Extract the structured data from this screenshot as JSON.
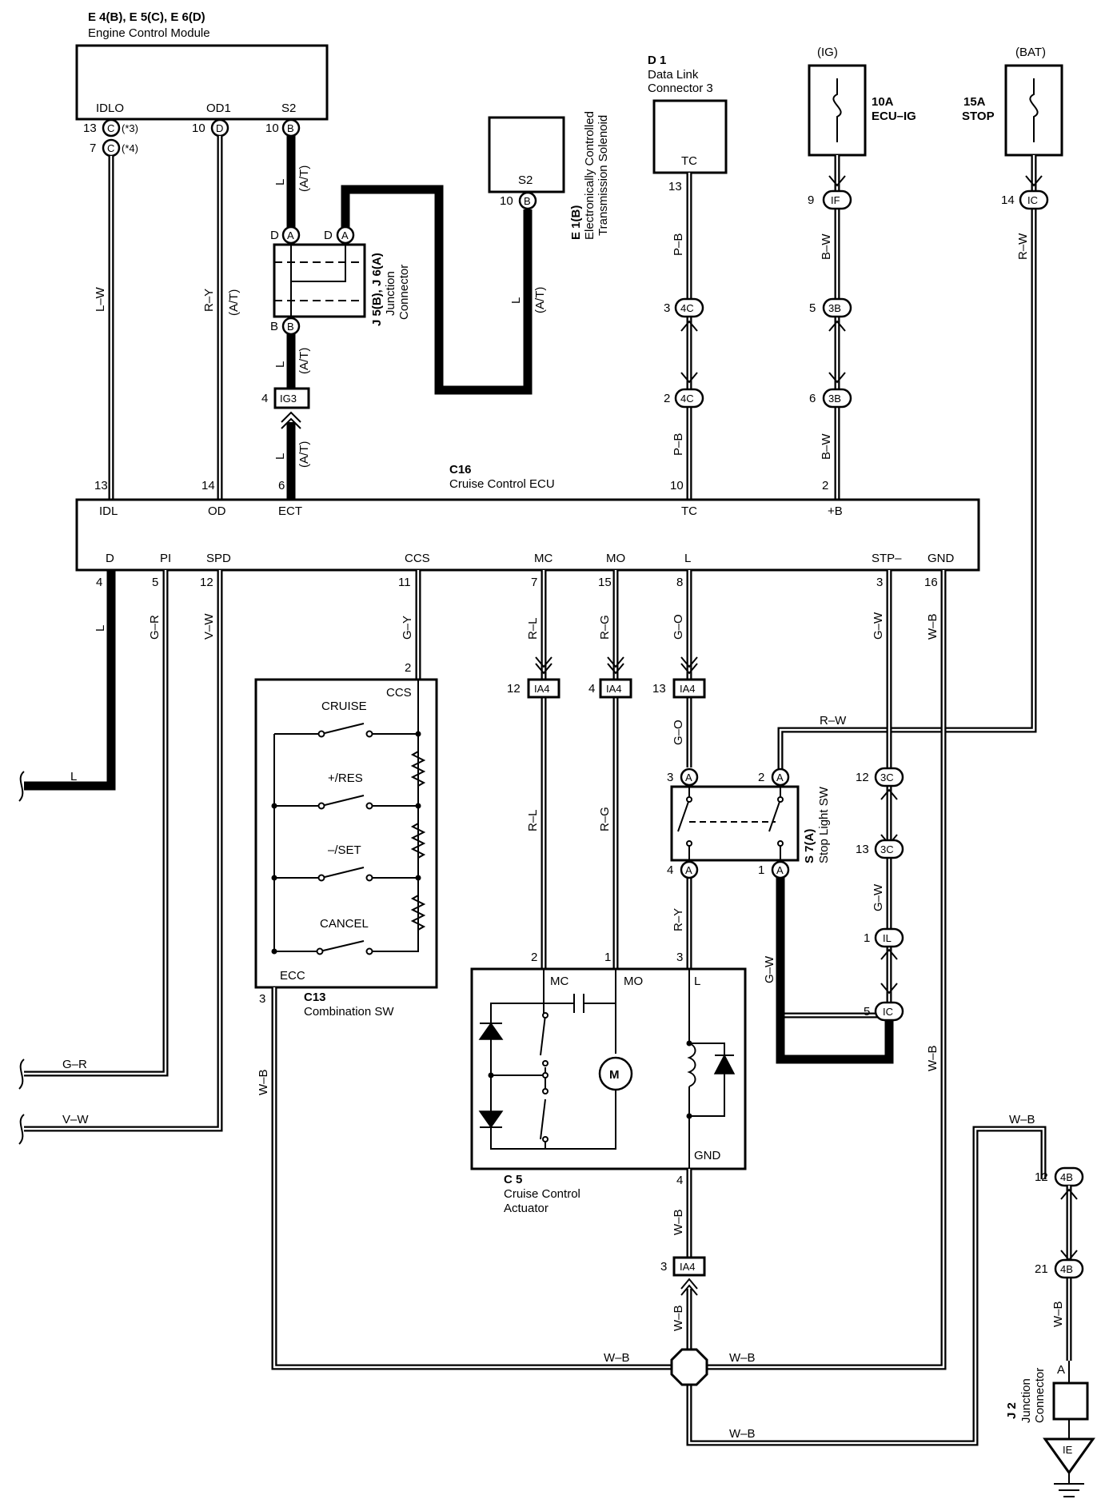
{
  "ecm": {
    "title": "E 4(B), E 5(C), E 6(D)",
    "name": "Engine Control Module",
    "pins": [
      "IDLO",
      "OD1",
      "S2"
    ],
    "idlo_pin_a": "13",
    "idlo_conn": "C",
    "idlo_note_a": "(*3)",
    "idlo_pin_b": "7",
    "idlo_note_b": "(*4)",
    "od1_pin": "10",
    "od1_conn": "D",
    "s2_pin": "10",
    "s2_conn": "B"
  },
  "solenoid": {
    "title": "E 1(B)",
    "name_1": "Electronically Controlled",
    "name_2": "Transmission Solenoid",
    "pin_label": "S2",
    "pin": "10",
    "conn": "B"
  },
  "dlc": {
    "title": "D 1",
    "name_1": "Data Link",
    "name_2": "Connector 3",
    "pin_label": "TC",
    "pin": "13"
  },
  "fuse_ig": {
    "header": "(IG)",
    "rating": "10A",
    "name": "ECU–IG",
    "pin": "9",
    "conn": "IF"
  },
  "fuse_bat": {
    "header": "(BAT)",
    "rating": "15A",
    "name": "STOP",
    "pin": "14",
    "conn": "IC"
  },
  "jc_j5": {
    "title": "J 5(B), J 6(A)",
    "name_1": "Junction",
    "name_2": "Connector",
    "pin_d": "D",
    "conn_a": "A",
    "pin_b": "B",
    "conn_b": "B"
  },
  "ig3": {
    "pin": "4",
    "conn": "IG3"
  },
  "cruise_ecu": {
    "title": "C16",
    "name": "Cruise Control ECU",
    "top_pins": [
      "IDL",
      "OD",
      "ECT",
      "TC",
      "+B"
    ],
    "top_nums": [
      "13",
      "14",
      "6",
      "10",
      "2"
    ],
    "bottom_pins": [
      "D",
      "PI",
      "SPD",
      "CCS",
      "MC",
      "MO",
      "L",
      "STP–",
      "GND"
    ],
    "bottom_nums": [
      "4",
      "5",
      "12",
      "11",
      "7",
      "15",
      "8",
      "3",
      "16"
    ]
  },
  "conn_4c": {
    "pin_top": "3",
    "pin_bot": "2",
    "conn": "4C"
  },
  "conn_3b": {
    "pin_top": "5",
    "pin_bot": "6",
    "conn": "3B"
  },
  "wires": {
    "l_w": "L–W",
    "r_y": "R–Y",
    "l": "L",
    "at": "(A/T)",
    "p_b": "P–B",
    "b_w": "B–W",
    "r_w": "R–W",
    "g_r": "G–R",
    "v_w": "V–W",
    "g_y": "G–Y",
    "r_l": "R–L",
    "r_g": "R–G",
    "g_o": "G–O",
    "g_w": "G–W",
    "w_b": "W–B"
  },
  "combo_sw": {
    "title": "C13",
    "name": "Combination SW",
    "ccs": "CCS",
    "ecc": "ECC",
    "pin_ccs": "2",
    "pin_ecc": "3",
    "switches": [
      "CRUISE",
      "+/RES",
      "–/SET",
      "CANCEL"
    ]
  },
  "ia4": {
    "conn": "IA4",
    "pin_mc": "12",
    "pin_mo": "4",
    "pin_l": "13",
    "pin_gnd": "3"
  },
  "actuator": {
    "title": "C 5",
    "name_1": "Cruise Control",
    "name_2": "Actuator",
    "pins": [
      "MC",
      "MO",
      "L",
      "GND"
    ],
    "pin_nums": [
      "2",
      "1",
      "3",
      "4"
    ],
    "motor": "M"
  },
  "stop_sw": {
    "title": "S 7(A)",
    "name": "Stop Light SW",
    "conn": "A",
    "pin_3": "3",
    "pin_2": "2",
    "pin_4": "4",
    "pin_1": "1"
  },
  "conn_3c": {
    "pin_top": "12",
    "pin_bot": "13",
    "conn": "3C"
  },
  "conn_il": {
    "pin": "1",
    "conn": "IL"
  },
  "conn_ic2": {
    "pin": "5",
    "conn": "IC"
  },
  "conn_4b": {
    "pin_top": "12",
    "pin_bot": "21",
    "conn": "4B"
  },
  "j2": {
    "title": "J 2",
    "name_1": "Junction",
    "name_2": "Connector",
    "pin": "A",
    "ground": "IE"
  }
}
